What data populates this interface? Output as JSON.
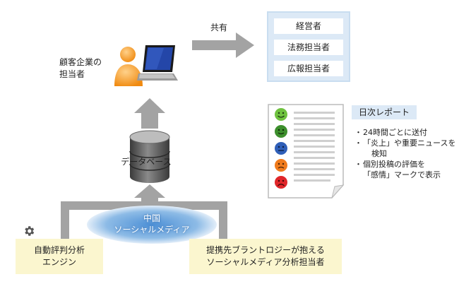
{
  "share_label": "共有",
  "client_label_line1": "顧客企業の",
  "client_label_line2": "担当者",
  "roles": [
    "経営者",
    "法務担当者",
    "広報担当者"
  ],
  "database_label": "データベース",
  "source_ellipse": {
    "line1": "中国",
    "line2": "ソーシャルメディア"
  },
  "engine_box": {
    "line1": "自動評判分析",
    "line2": "エンジン"
  },
  "analyst_box": {
    "line1": "提携先ブラントロジーが抱える",
    "line2": "ソーシャルメディア分析担当者"
  },
  "report": {
    "title": "日次レポート",
    "bullets": [
      "24時間ごとに送付",
      "「炎上」や重要ニュースを",
      "検知",
      "個別投稿の評価を",
      "「感情」マークで表示"
    ]
  },
  "icons": {
    "person": "person-icon",
    "laptop": "laptop-icon",
    "database": "database-icon",
    "gear": "gear-icon",
    "report": "report-document-icon",
    "sentiment": [
      "smiley-green-icon",
      "smiley-green-dark-icon",
      "neutral-blue-icon",
      "frown-orange-icon",
      "frown-red-icon"
    ]
  },
  "colors": {
    "arrow_gray": "#a3a3a3",
    "panel_blue": "#dce9f6",
    "box_yellow": "#fbf6cf",
    "ellipse_blue": "#7fb2e0",
    "person_orange": "#f39b1f"
  }
}
